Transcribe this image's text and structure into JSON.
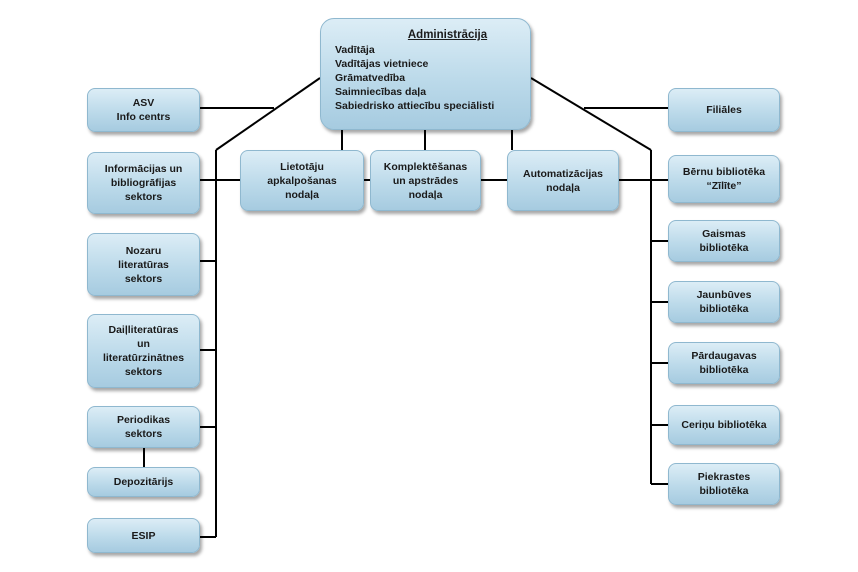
{
  "administration": {
    "title": "Administrācija",
    "lines": [
      "Vadītāja",
      "Vadītājas vietniece",
      "Grāmatvedība",
      "Saimniecības daļa",
      "Sabiedrisko attiecību speciālisti"
    ]
  },
  "departments": [
    {
      "id": "lietotaju",
      "lines": [
        "Lietotāju",
        "apkalpošanas",
        "nodaļa"
      ]
    },
    {
      "id": "komplektesanas",
      "lines": [
        "Komplektēšanas",
        "un apstrādes",
        "nodaļa"
      ]
    },
    {
      "id": "automatizacijas",
      "lines": [
        "Automatizācijas",
        "nodaļa"
      ]
    }
  ],
  "left_units": [
    {
      "id": "asv",
      "lines": [
        "ASV",
        "Info centrs"
      ]
    },
    {
      "id": "informacijas",
      "lines": [
        "Informācijas un",
        "bibliogrāfijas",
        "sektors"
      ]
    },
    {
      "id": "nozaru",
      "lines": [
        "Nozaru",
        "literatūras",
        "sektors"
      ]
    },
    {
      "id": "dailliteraturas",
      "lines": [
        "Daiļliteratūras",
        "un",
        "literatūrzinātnes",
        "sektors"
      ]
    },
    {
      "id": "periodikas",
      "lines": [
        "Periodikas",
        "sektors"
      ]
    },
    {
      "id": "depozitarijs",
      "lines": [
        "Depozitārijs"
      ]
    },
    {
      "id": "esip",
      "lines": [
        "ESIP"
      ]
    }
  ],
  "right_units": [
    {
      "id": "filiales",
      "lines": [
        "Filiāles"
      ]
    },
    {
      "id": "zilite",
      "lines": [
        "Bērnu bibliotēka",
        "“Zīlīte”"
      ]
    },
    {
      "id": "gaismas",
      "lines": [
        "Gaismas",
        "bibliotēka"
      ]
    },
    {
      "id": "jaunbuves",
      "lines": [
        "Jaunbūves",
        "bibliotēka"
      ]
    },
    {
      "id": "pardaugavas",
      "lines": [
        "Pārdaugavas",
        "bibliotēka"
      ]
    },
    {
      "id": "cerinu",
      "lines": [
        "Ceriņu bibliotēka"
      ]
    },
    {
      "id": "piekrastes",
      "lines": [
        "Piekrastes",
        "bibliotēka"
      ]
    }
  ]
}
